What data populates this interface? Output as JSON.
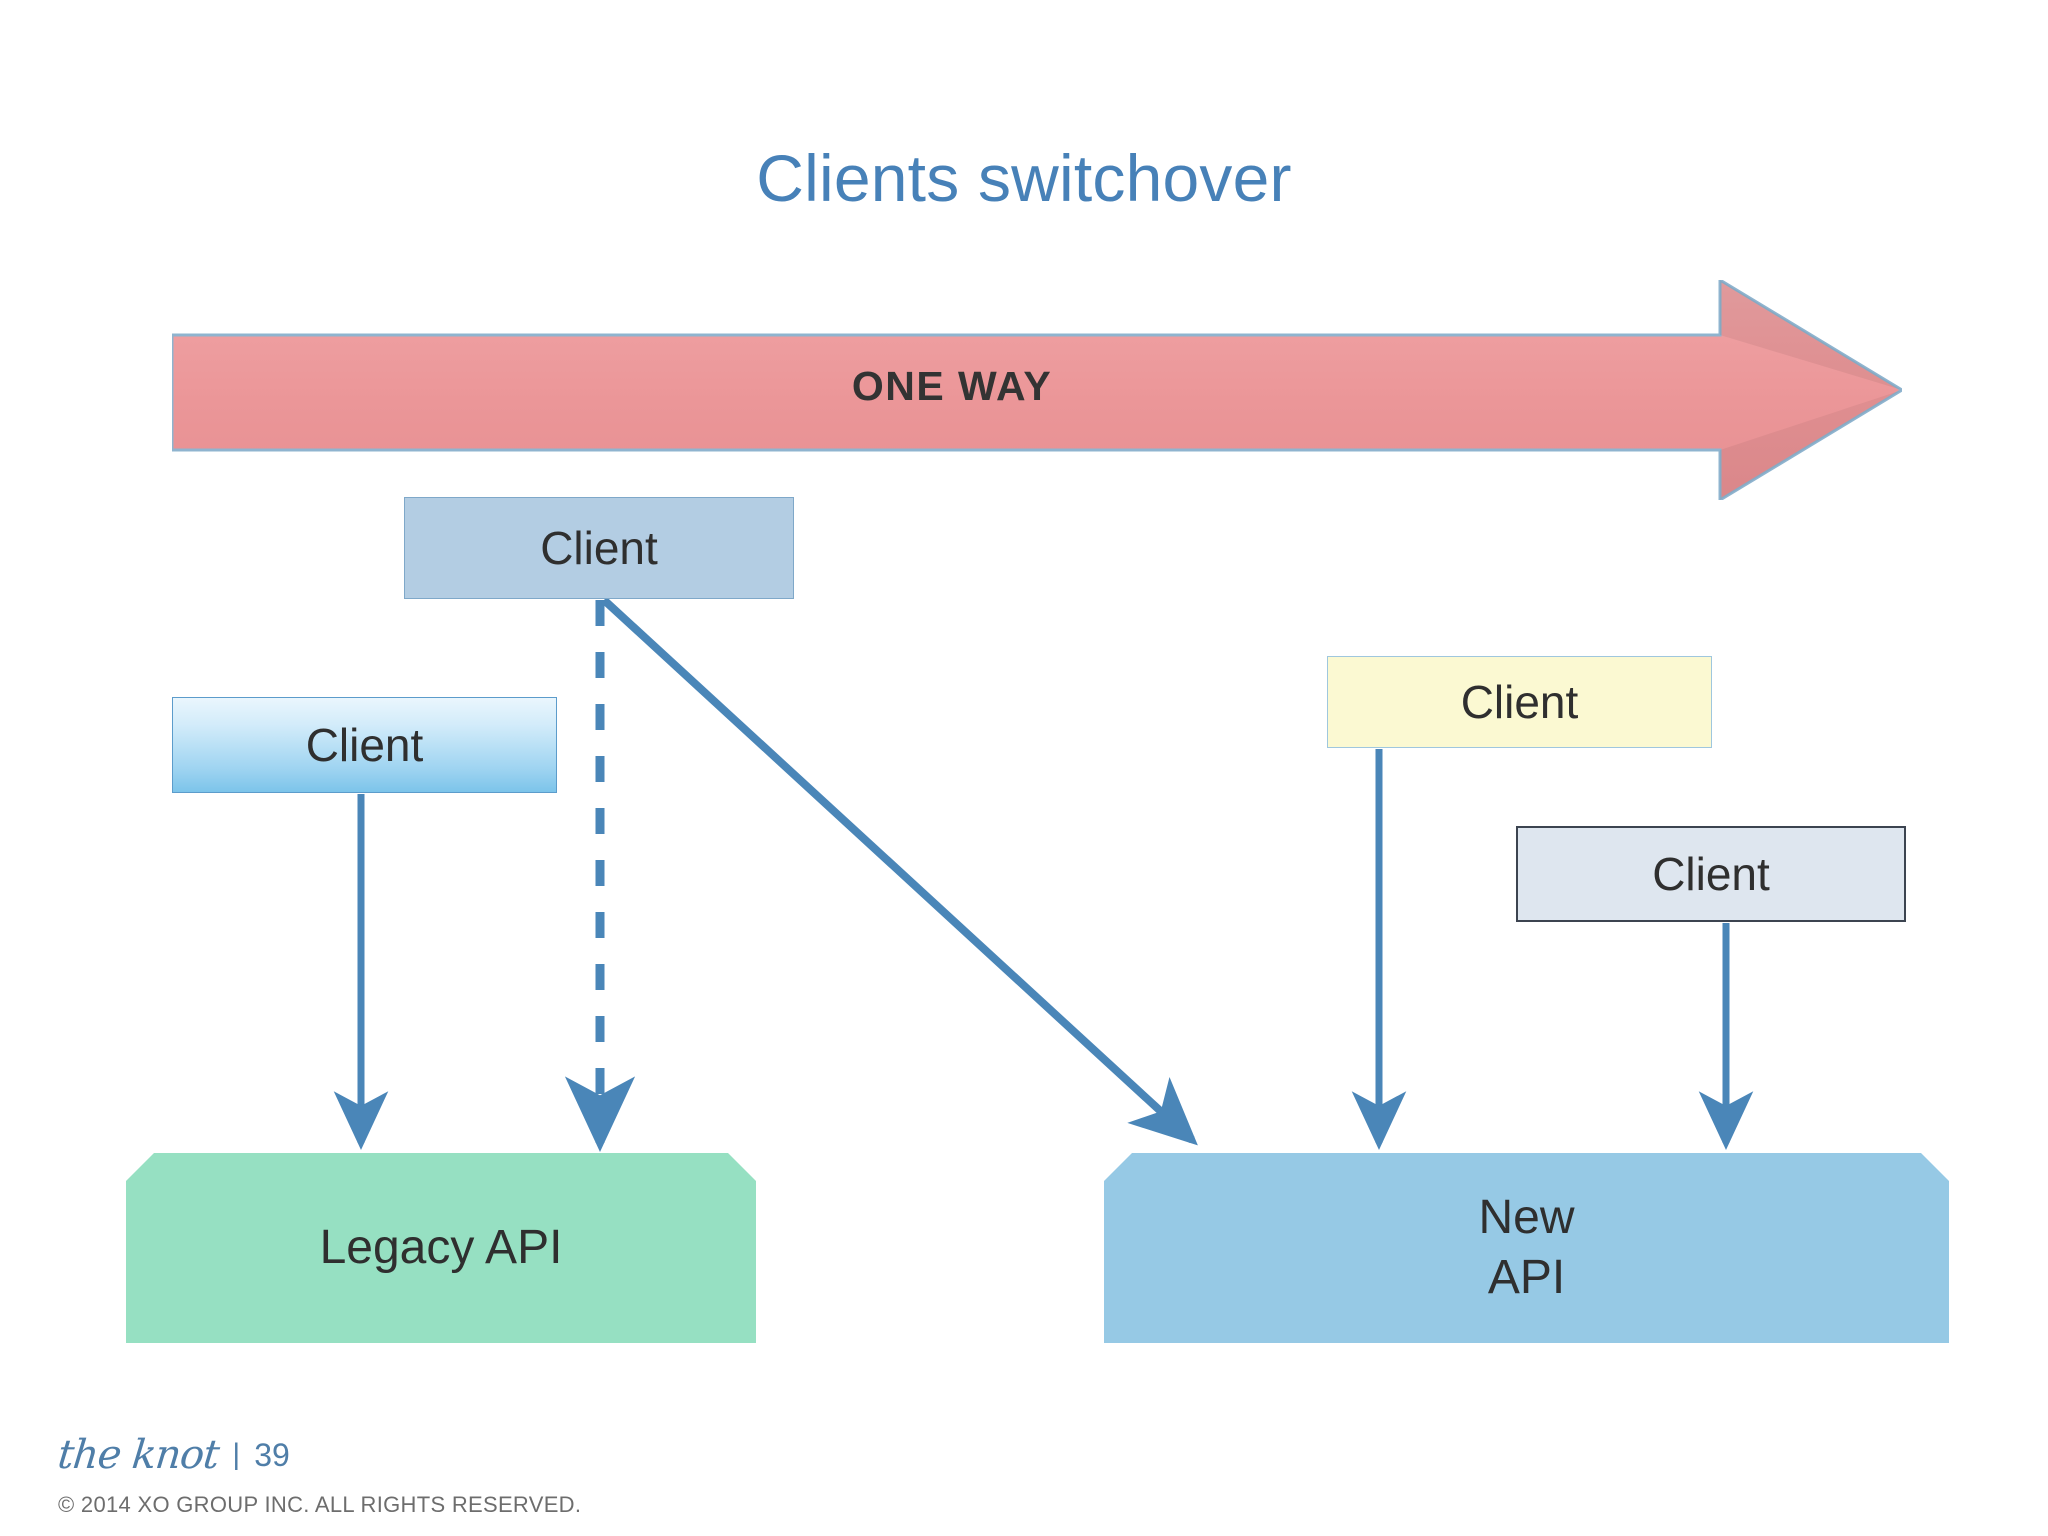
{
  "slide": {
    "title": "Clients switchover",
    "title_color": "#4781b8",
    "background": "#ffffff"
  },
  "banner": {
    "label": "ONE WAY",
    "fill": "#ec9a9d",
    "stroke": "#7fa8c9",
    "text_color": "#333333",
    "direction": "right"
  },
  "nodes": [
    {
      "id": "client-a",
      "label": "Client",
      "fill": "#b3cde3",
      "stroke": "#7fa8c9"
    },
    {
      "id": "client-b",
      "label": "Client",
      "fill": "#9fd4f1",
      "stroke": "#5c9ccb"
    },
    {
      "id": "client-c",
      "label": "Client",
      "fill": "#fbf9d2",
      "stroke": "#9fc7de"
    },
    {
      "id": "client-d",
      "label": "Client",
      "fill": "#dee6ef",
      "stroke": "#3c4450"
    }
  ],
  "apis": {
    "legacy": {
      "label": "Legacy API",
      "fill": "#96e0c2"
    },
    "new": {
      "label_line1": "New",
      "label_line2": "API",
      "fill": "#96c9e5"
    }
  },
  "connectors": {
    "color": "#4a86b8",
    "edges": [
      {
        "name": "client-a-to-legacy-api",
        "style": "dashed"
      },
      {
        "name": "client-a-to-new-api",
        "style": "solid"
      },
      {
        "name": "client-b-to-legacy-api",
        "style": "solid"
      },
      {
        "name": "client-c-to-new-api",
        "style": "solid"
      },
      {
        "name": "client-d-to-new-api",
        "style": "solid"
      }
    ]
  },
  "footer": {
    "brand": "the knot",
    "separator": "|",
    "page_number": "39",
    "copyright": "© 2014 XO GROUP INC. ALL RIGHTS RESERVED."
  }
}
